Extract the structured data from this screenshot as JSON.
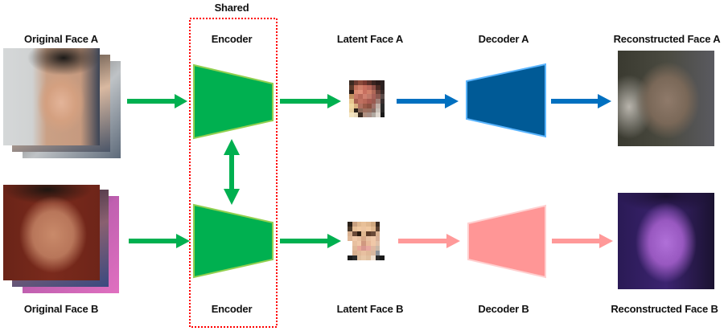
{
  "title_shared": "Shared",
  "labels": {
    "original_a": "Original Face A",
    "original_b": "Original Face B",
    "encoder_top": "Encoder",
    "encoder_bottom": "Encoder",
    "latent_a": "Latent Face A",
    "latent_b": "Latent Face B",
    "decoder_a": "Decoder A",
    "decoder_b": "Decoder B",
    "reconstructed_a": "Reconstructed Face A",
    "reconstructed_b": "Reconstructed Face B"
  },
  "colors": {
    "encoder_fill": "#00b050",
    "encoder_stroke": "#92d050",
    "green_arrow": "#00b050",
    "decoder_a_fill": "#005a96",
    "decoder_a_stroke": "#5bb5ff",
    "blue_arrow": "#0070c0",
    "decoder_b_fill": "#ff9696",
    "decoder_b_stroke": "#ffd0d0",
    "pink_arrow": "#ff9999",
    "shared_box": "#ff0000"
  }
}
